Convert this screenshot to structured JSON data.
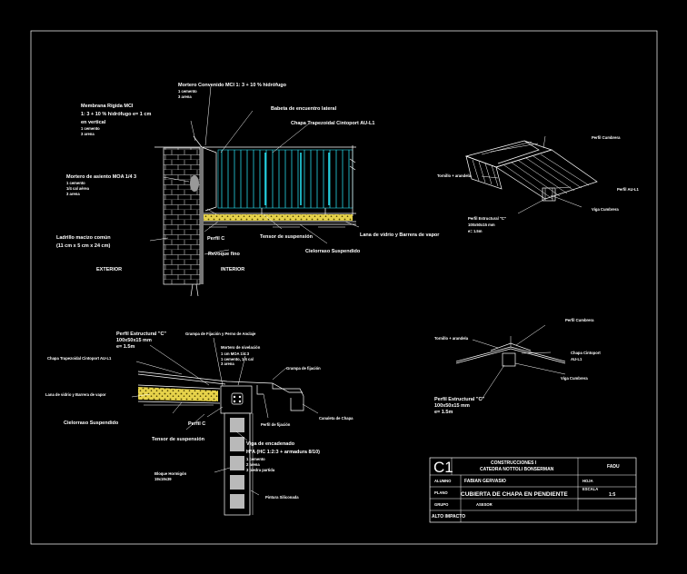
{
  "labels": {
    "d1": {
      "mortero": "Mortero Convenido MCI 1: 3 + 10 % hidrófugo",
      "mortero_sub1": "1 cemento",
      "mortero_sub2": "3 arena",
      "membrana": "Membrana Rígida MCI",
      "membrana_l2": "1: 3 + 10 % hidrófugo e= 1 cm",
      "membrana_l3": "en vertical",
      "membrana_sub1": "1 cemento",
      "membrana_sub2": "3 arena",
      "babeta": "Babeta de encuentro lateral",
      "chapa": "Chapa Trapezoidal Cintoport AU-L1",
      "asiento": "Mortero de asiento MOA 1/4 3",
      "asiento_sub1": "1 cemento",
      "asiento_sub2": "1/4 cal aérea",
      "asiento_sub3": "3 arena",
      "ladrillo": "Ladrillo macizo común",
      "ladrillo_l2": "(11 cm x 5 cm x 24 cm)",
      "perfil_c": "Perfil C",
      "tensor": "Tensor de suspensión",
      "lana": "Lana de vidrio y Barrera de vapor",
      "revoque": "Revoque fino",
      "cielorraso": "Cielorraso Suspendido",
      "exterior": "EXTERIOR",
      "interior": "INTERIOR"
    },
    "d2": {
      "perfil_cumbrera": "Perfil Cumbrera",
      "tornillo": "Tornillo + arandela",
      "perfil_au": "Perfil AU-L1",
      "viga_cumbrera": "Viga Cumbrera",
      "perfil_est": "Perfil Estructural \"C\"",
      "perfil_est_l2": "100x50x15 mm",
      "perfil_est_l3": "e= 1.5m"
    },
    "d3": {
      "perfil_est": "Perfil Estructural \"C\"",
      "perfil_est_l2": "100x50x15 mm",
      "perfil_est_l3": "e= 1.5m",
      "grampa": "Grampa de Fijación y Perno de Anclaje",
      "mortero_niv": "Mortero de nivelación",
      "mortero_niv_l2": "1 cm MOA 1/4:3",
      "mortero_niv_sub1": "1 cemento, 1/4 cal",
      "mortero_niv_sub2": "3 arena",
      "chapa": "Chapa Trapezoidal Cintoport AU-L1",
      "grampa_fij": "Grampa de fijación",
      "lana": "Lana de vidrio y Barrera de vapor",
      "perfil_c": "Perfil C",
      "perfil_fij": "Perfil de fijación",
      "canaleta": "Canaleta de Chapa",
      "cielorraso": "Cielorraso Suspendido",
      "tensor": "Tensor de suspensión",
      "viga": "Viga de encadenado",
      "viga_l2": "H°A (HC 1:2:3 + armadura 8/10)",
      "viga_sub1": "1 cemento",
      "viga_sub2": "2 arena",
      "viga_sub3": "3 piedra partida",
      "bloque": "Bloque Hormigón",
      "bloque_l2": "19x19x39",
      "pintura": "Pintura Siliconada"
    },
    "d4": {
      "perfil_cumbrera": "Perfil Cumbrera",
      "tornillo": "Tornillo + arandela",
      "chapa": "Chapa Cintoport",
      "chapa_l2": "AU-L1",
      "viga_cumbrera": "Viga Cumbrera",
      "perfil_est": "Perfil Estructural \"C\"",
      "perfil_est_l2": "100x50x15 mm",
      "perfil_est_l3": "e= 1.5m"
    }
  },
  "title_block": {
    "code": "C1",
    "line1": "CONSTRUCCIONES I",
    "line2": "CATEDRA NOTTOLI BONSERMAN",
    "school": "FADU",
    "label_student": "ALUMNO",
    "student": "FABIAN GERVASIO",
    "label_sheet": "HOJA",
    "label_plan": "PLANO",
    "plan": "CUBIERTA DE CHAPA EN PENDIENTE",
    "label_scale": "ESCALA",
    "scale": "1:5",
    "label_group": "GRUPO",
    "label_advisor": "ASESOR",
    "footer": "ALTO IMPACTO"
  },
  "colors": {
    "background": "#000000",
    "line": "#ffffff",
    "sheeting": "#26d8e8",
    "insulation": "#e6d24a",
    "block": "#b9b9b9"
  }
}
